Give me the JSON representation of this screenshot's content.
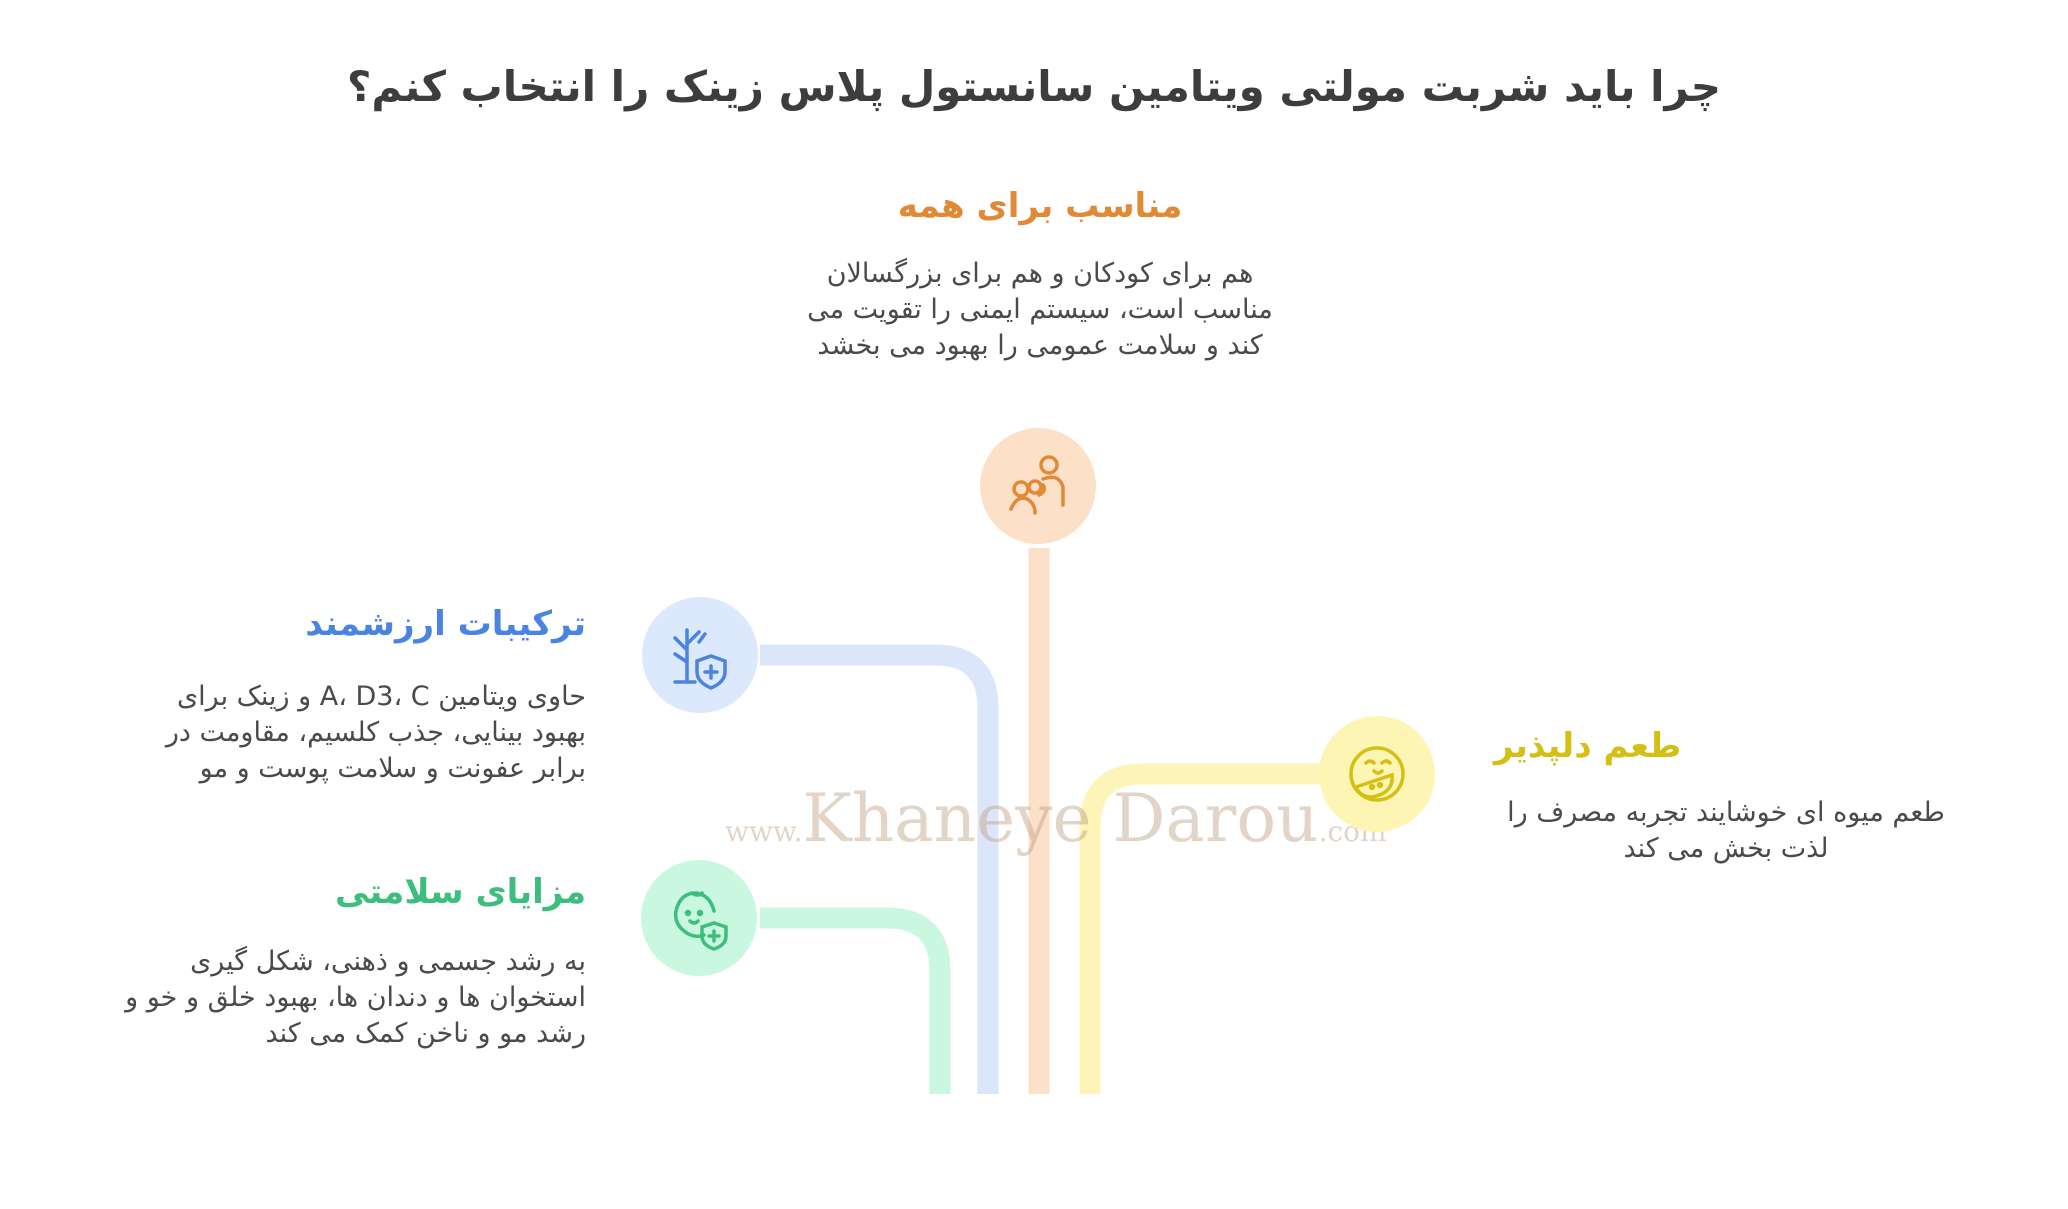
{
  "title": "چرا باید شربت مولتی ویتامین سانستول پلاس زینک را انتخاب کنم؟",
  "colors": {
    "orange": "#e08a35",
    "blue": "#4a84e0",
    "green": "#3cbf7c",
    "yellow": "#d6bf14"
  },
  "items": [
    {
      "heading": "مناسب برای همه",
      "body": "هم برای کودکان و هم برای بزرگسالان مناسب است، سیستم ایمنی را تقویت می کند و سلامت عمومی را بهبود می بخشد",
      "icon": "family-icon"
    },
    {
      "heading": "ترکیبات ارزشمند",
      "body": "حاوی ویتامین A، D3، C و زینک برای بهبود بینایی، جذب کلسیم، مقاومت در برابر عفونت و سلامت پوست و مو",
      "icon": "plant-shield-icon"
    },
    {
      "heading": "مزایای سلامتی",
      "body": "به رشد جسمی و ذهنی، شکل گیری استخوان ها و دندان ها، بهبود خلق و خو و رشد مو و ناخن کمک می کند",
      "icon": "baby-shield-icon"
    },
    {
      "heading": "طعم دلپذیر",
      "body": "طعم میوه ای خوشایند تجربه مصرف را لذت بخش می کند",
      "icon": "fruit-face-icon"
    }
  ],
  "watermark": {
    "prefix": "www.",
    "name": "Khaneye Darou",
    "suffix": ".com"
  }
}
